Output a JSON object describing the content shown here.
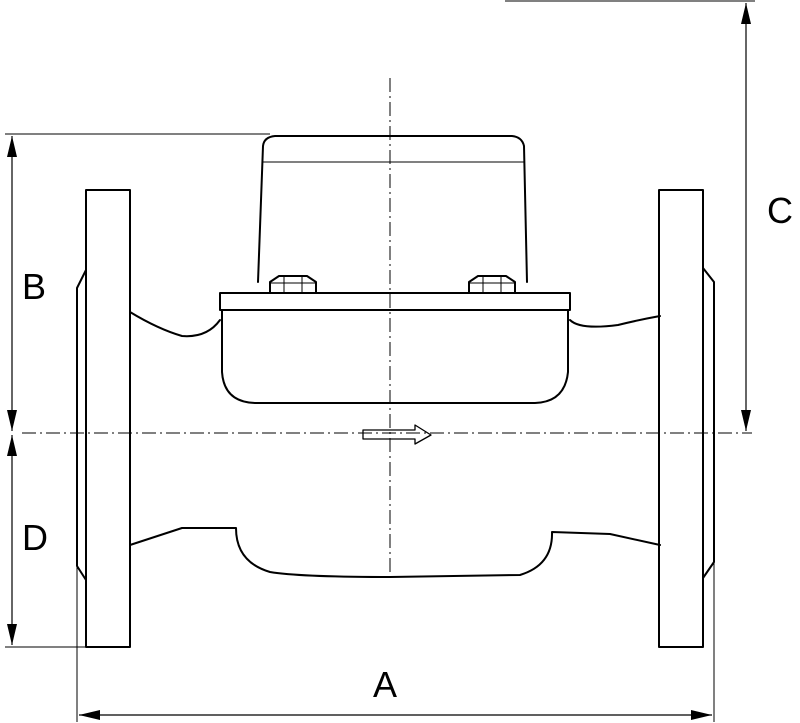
{
  "diagram": {
    "dimension_labels": {
      "a": "A",
      "b": "B",
      "c": "C",
      "d": "D"
    },
    "line_color": "#000000",
    "background": "#ffffff"
  }
}
